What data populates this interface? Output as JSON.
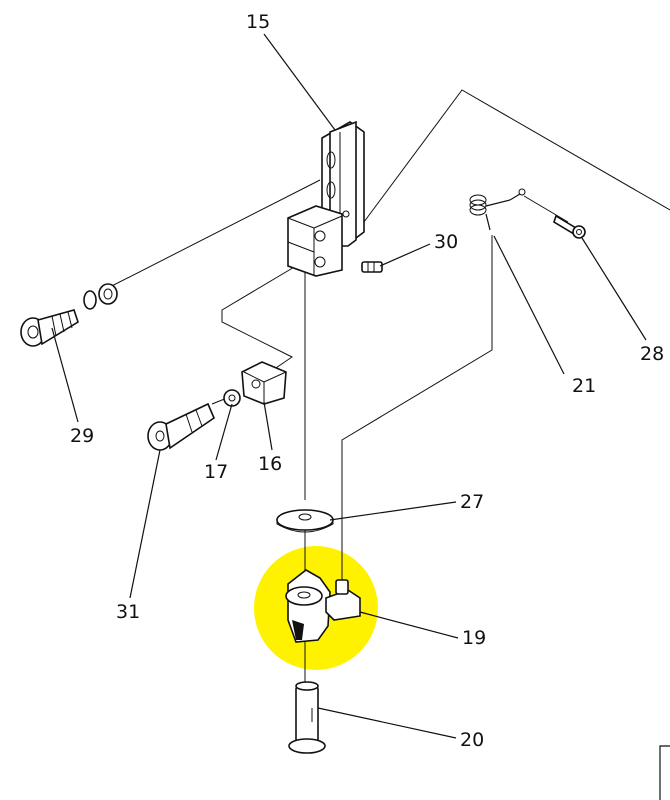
{
  "diagram": {
    "highlight_color": "#FFF200",
    "callouts": [
      {
        "id": "15",
        "text": "15"
      },
      {
        "id": "30",
        "text": "30"
      },
      {
        "id": "28",
        "text": "28"
      },
      {
        "id": "21",
        "text": "21"
      },
      {
        "id": "29",
        "text": "29"
      },
      {
        "id": "17",
        "text": "17"
      },
      {
        "id": "16",
        "text": "16"
      },
      {
        "id": "27",
        "text": "27"
      },
      {
        "id": "31",
        "text": "31"
      },
      {
        "id": "19",
        "text": "19"
      },
      {
        "id": "20",
        "text": "20"
      }
    ]
  }
}
